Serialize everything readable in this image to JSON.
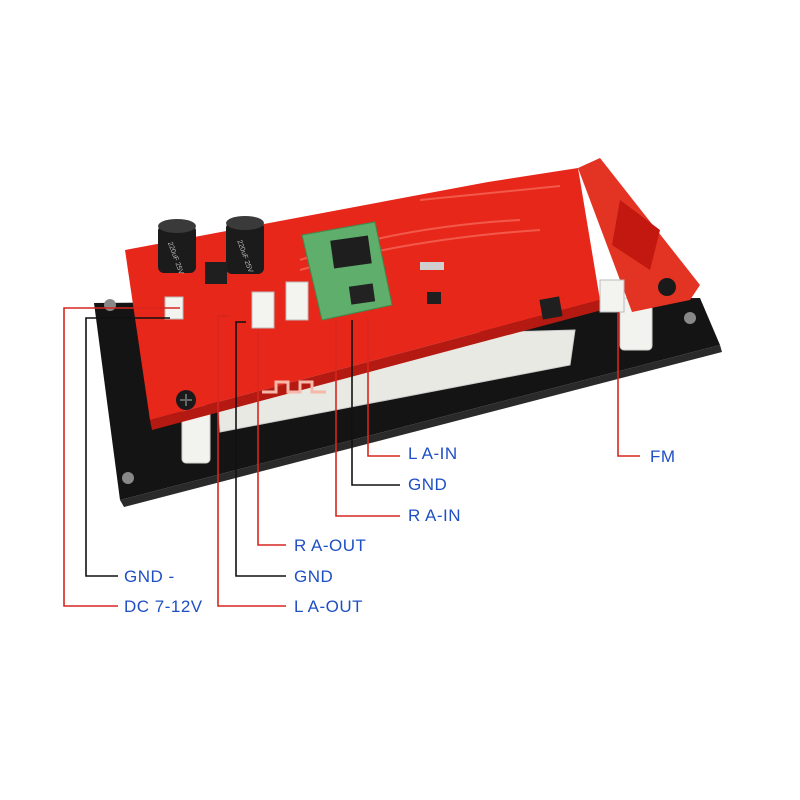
{
  "colors": {
    "board_red": "#e8271b",
    "board_dark_red": "#b51a12",
    "acrylic_black": "#141414",
    "module_green": "#5fae6b",
    "standoff_white": "#f2f2ee",
    "leader_red": "#d7261e",
    "leader_black": "#111111",
    "label_blue": "#1f4fc4"
  },
  "labels": {
    "l_a_in": "L A-IN",
    "gnd_right": "GND",
    "r_a_in": "R A-IN",
    "fm": "FM",
    "r_a_out": "R A-OUT",
    "gnd_mid": "GND",
    "l_a_out": "L A-OUT",
    "gnd_minus": "GND -",
    "dc_power": "DC 7-12V"
  },
  "components": {
    "capacitor_1_marking": "220uF 25V",
    "capacitor_2_marking": "220uF 25V"
  }
}
